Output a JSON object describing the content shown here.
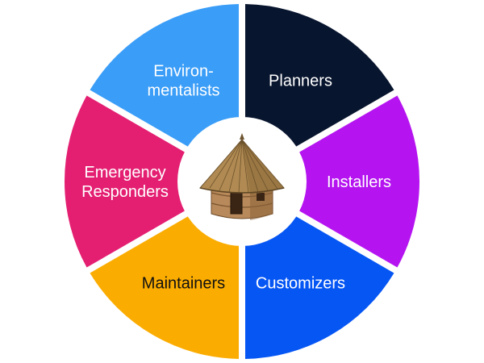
{
  "segments": [
    {
      "id": "planners",
      "label_lines": [
        "Planners"
      ],
      "color": "#08152e",
      "text_color": "#ffffff"
    },
    {
      "id": "installers",
      "label_lines": [
        "Installers"
      ],
      "color": "#b514f0",
      "text_color": "#ffffff"
    },
    {
      "id": "customizers",
      "label_lines": [
        "Customizers"
      ],
      "color": "#0656f4",
      "text_color": "#ffffff"
    },
    {
      "id": "maintainers",
      "label_lines": [
        "Maintainers"
      ],
      "color": "#fbac00",
      "text_color": "#111111"
    },
    {
      "id": "emergency-responders",
      "label_lines": [
        "Emergency",
        "Responders"
      ],
      "color": "#e41f72",
      "text_color": "#ffffff"
    },
    {
      "id": "environmentalists",
      "label_lines": [
        "Environ-",
        "mentalists"
      ],
      "color": "#3a9df7",
      "text_color": "#ffffff"
    }
  ],
  "center": {
    "icon": "hut-icon",
    "background": "#ffffff"
  }
}
